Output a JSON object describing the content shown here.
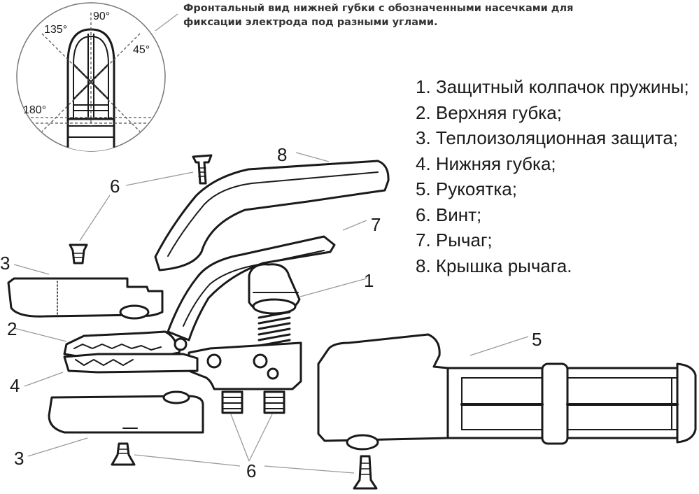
{
  "caption": "Фронтальный вид нижней губки с обозначенными насечками для фиксации электрода под разными углами.",
  "angle_labels": {
    "a90": "90°",
    "a135": "135°",
    "a45": "45°",
    "a180": "180°"
  },
  "legend": [
    "1. Защитный колпачок пружины;",
    "2. Верхняя губка;",
    "3. Теплоизоляционная защита;",
    "4. Нижняя губка;",
    "5. Рукоятка;",
    "6. Винт;",
    "7. Рычаг;",
    "8. Крышка рычага."
  ],
  "callouts": {
    "n1": "1",
    "n2": "2",
    "n3_top": "3",
    "n3_bottom": "3",
    "n4": "4",
    "n5": "5",
    "n6_top": "6",
    "n6_bottom": "6",
    "n7": "7",
    "n8": "8"
  },
  "colors": {
    "stroke": "#1a1a1a",
    "leader": "#9a9a9a",
    "fill": "#ffffff",
    "dashes": "#555555"
  }
}
